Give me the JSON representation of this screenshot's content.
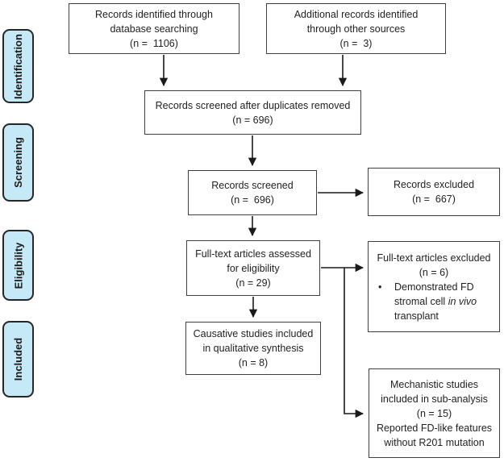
{
  "sidebar": {
    "stages": [
      {
        "label": "Identification"
      },
      {
        "label": "Screening"
      },
      {
        "label": "Eligibility"
      },
      {
        "label": "Included"
      }
    ],
    "fill_color": "#c5e9f7",
    "border_color": "#262626"
  },
  "boxes": {
    "records_identified": {
      "lines": [
        "Records identified through",
        "database searching",
        "(n =  1106)"
      ]
    },
    "additional_records": {
      "lines": [
        "Additional records identified",
        "through other sources",
        "(n =  3)"
      ]
    },
    "after_duplicates": {
      "lines": [
        "Records screened after duplicates removed",
        "(n = 696)"
      ]
    },
    "records_screened": {
      "lines": [
        "Records screened",
        "(n =  696)"
      ]
    },
    "records_excluded": {
      "lines": [
        "Records excluded",
        "(n =  667)"
      ]
    },
    "fulltext_assessed": {
      "lines": [
        "Full-text articles assessed",
        "for eligibility",
        "(n = 29)"
      ]
    },
    "fulltext_excluded": {
      "lines": [
        "Full-text articles excluded",
        "(n = 6)"
      ],
      "bullet_glyph": "•",
      "bullet": {
        "line1": "Demonstrated FD",
        "line2_pre": "stromal cell ",
        "line2_italic": "in vivo",
        "line3": "transplant"
      }
    },
    "causative": {
      "lines": [
        "Causative studies included",
        "in qualitative synthesis",
        "(n = 8)"
      ]
    },
    "mechanistic": {
      "lines": [
        "Mechanistic studies",
        "included in sub-analysis",
        "(n = 15)",
        "Reported FD-like features",
        "without R201 mutation"
      ]
    }
  },
  "colors": {
    "box_border": "#3f3f3f",
    "arrow": "#1a1a1a",
    "text": "#1f1f1f",
    "background": "#ffffff"
  }
}
